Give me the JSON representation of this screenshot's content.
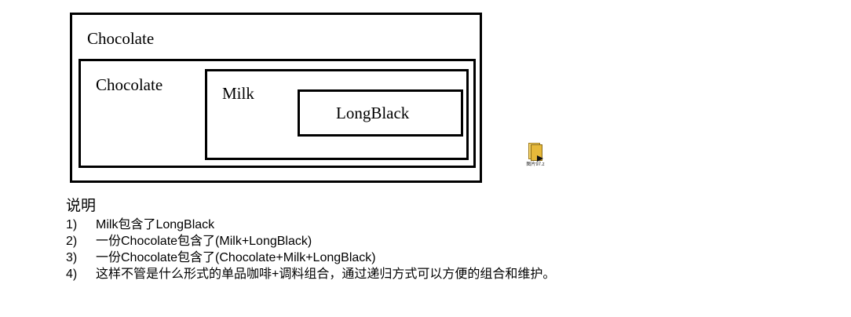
{
  "diagram": {
    "outer_label": "Chocolate",
    "second_label": "Chocolate",
    "milk_label": "Milk",
    "longblack_label": "LongBlack"
  },
  "file_icon": {
    "icon": "archive-file-icon",
    "name": "图片97.z"
  },
  "notes": {
    "title": "说明",
    "items": [
      {
        "num": "1)",
        "text": "Milk包含了LongBlack"
      },
      {
        "num": "2)",
        "text": "一份Chocolate包含了(Milk+LongBlack)"
      },
      {
        "num": "3)",
        "text": "一份Chocolate包含了(Chocolate+Milk+LongBlack)"
      },
      {
        "num": "4)",
        "text": "这样不管是什么形式的单品咖啡+调料组合，通过递归方式可以方便的组合和维护。"
      }
    ]
  }
}
